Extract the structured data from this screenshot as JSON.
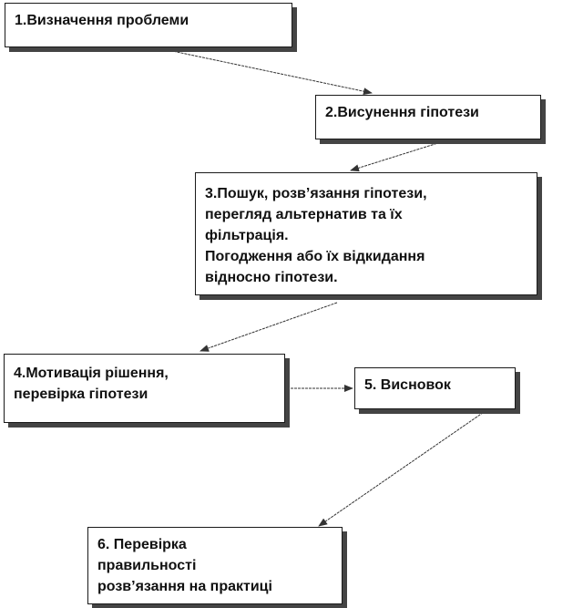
{
  "steps": {
    "s1": {
      "lines": [
        "1.Визначення проблеми"
      ]
    },
    "s2": {
      "lines": [
        "2.Висунення гіпотези"
      ]
    },
    "s3": {
      "lines": [
        "3.Пошук, розв’язання гіпотези,",
        "перегляд альтернатив та їх",
        "фільтрація.",
        "Погодження або їх відкидання",
        "відносно гіпотези."
      ]
    },
    "s4": {
      "lines": [
        "4.Мотивація  рішення,",
        "перевірка гіпотези"
      ]
    },
    "s5": {
      "lines": [
        "5. Висновок"
      ]
    },
    "s6": {
      "lines": [
        "6. Перевірка",
        "правильності",
        "розв’язання на практиці"
      ]
    }
  },
  "flow": [
    {
      "from": "s1",
      "to": "s2"
    },
    {
      "from": "s2",
      "to": "s3"
    },
    {
      "from": "s3",
      "to": "s4"
    },
    {
      "from": "s4",
      "to": "s5"
    },
    {
      "from": "s5",
      "to": "s6"
    }
  ],
  "colors": {
    "border": "#1a1a1a",
    "shadow": "#444444",
    "text": "#111111",
    "arrow": "#333333"
  }
}
